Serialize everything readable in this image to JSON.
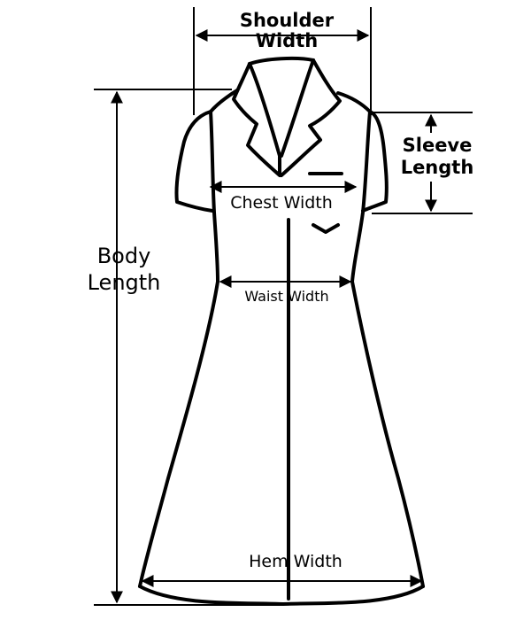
{
  "labels": {
    "shoulder_width": [
      "Shoulder",
      "Width"
    ],
    "sleeve_length": [
      "Sleeve",
      "Length"
    ],
    "body_length": [
      "Body",
      "Length"
    ],
    "chest_width": "Chest Width",
    "waist_width": "Waist Width",
    "hem_width": "Hem Width"
  },
  "colors": {
    "line": "#000000",
    "background": "#ffffff"
  }
}
